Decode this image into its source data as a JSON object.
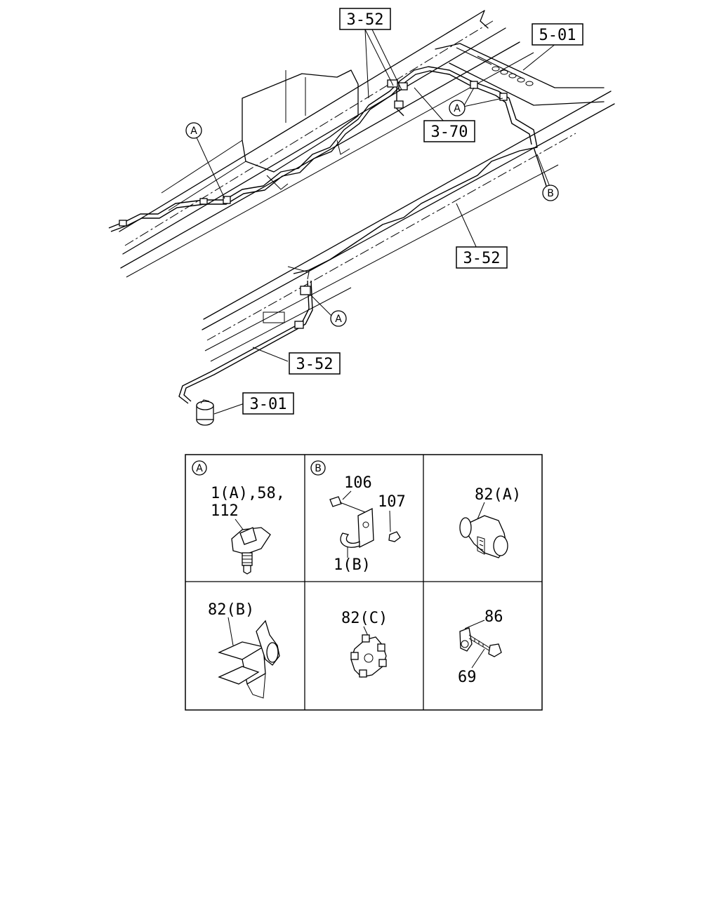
{
  "refs": {
    "r1": "3-52",
    "r2": "5-01",
    "r3": "3-70",
    "r4": "3-52",
    "r5": "3-52",
    "r6": "3-01"
  },
  "callouts": {
    "a_left": "A",
    "a_top": "A",
    "a_mid": "A",
    "b_right": "B"
  },
  "detail_table": {
    "cell_a": {
      "tag": "A",
      "lines": [
        "1(A),58,",
        "112"
      ]
    },
    "cell_b": {
      "tag": "B",
      "p1": "106",
      "p2": "107",
      "p3": "1(B)"
    },
    "cell_c": {
      "p1": "82(A)"
    },
    "cell_d": {
      "p1": "82(B)"
    },
    "cell_e": {
      "p1": "82(C)"
    },
    "cell_f": {
      "p1": "86",
      "p2": "69"
    }
  }
}
